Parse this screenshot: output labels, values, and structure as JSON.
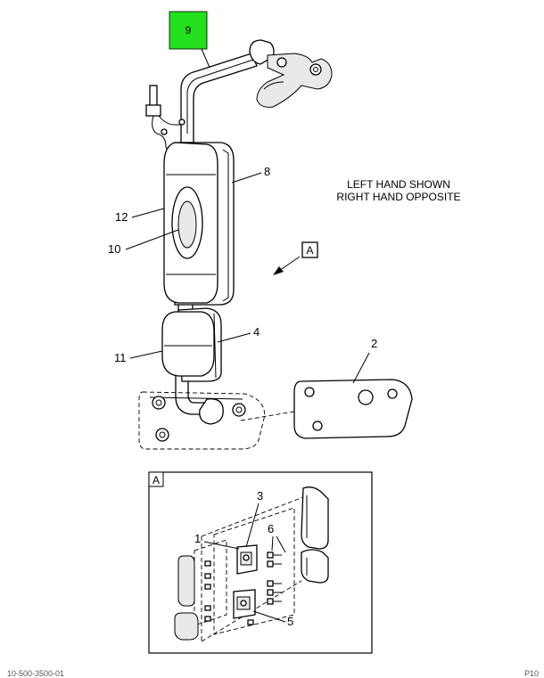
{
  "hotspot": {
    "label": "9",
    "color": "#22e01e"
  },
  "note": {
    "line1": "LEFT HAND SHOWN",
    "line2": "RIGHT HAND OPPOSITE"
  },
  "view_ref": {
    "main": "A",
    "detail": "A"
  },
  "callouts": {
    "c8": "8",
    "c12": "12",
    "c10": "10",
    "c4": "4",
    "c11": "11",
    "c2": "2",
    "c3": "3",
    "c1": "1",
    "c6": "6",
    "c5": "5"
  },
  "footer": {
    "left": "10-500-3500-01",
    "right": "P10"
  }
}
